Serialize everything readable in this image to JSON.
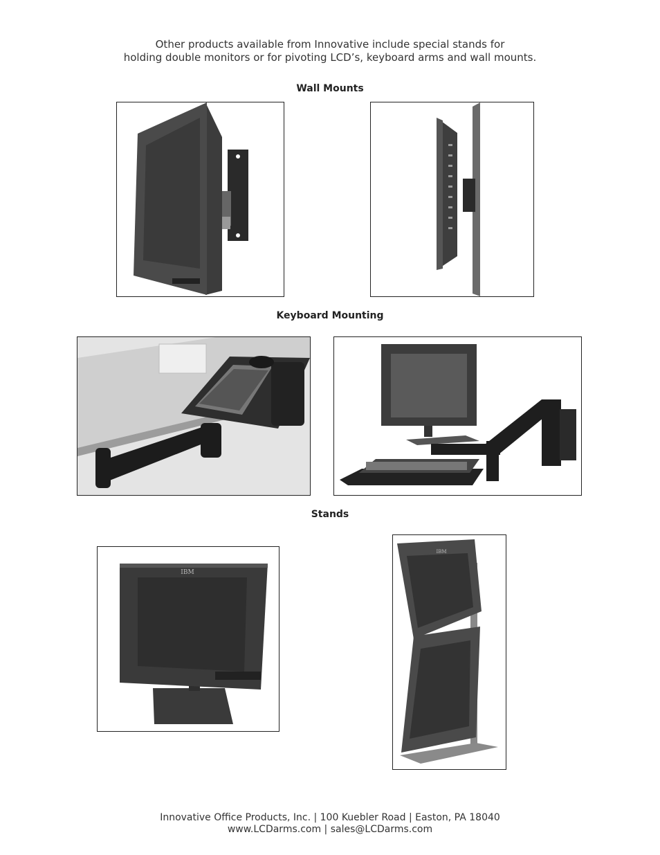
{
  "intro": {
    "line1": "Other products available from Innovative include special stands for",
    "line2": "holding double monitors or for pivoting LCD’s, keyboard arms and wall mounts."
  },
  "sections": {
    "wall_mounts": {
      "title": "Wall Mounts"
    },
    "keyboard_mounting": {
      "title": "Keyboard Mounting"
    },
    "stands": {
      "title": "Stands"
    }
  },
  "images": {
    "stand_single_logo": "IBM",
    "stand_dual_logo": "IBM"
  },
  "footer": {
    "line1": "Innovative Office Products, Inc. | 100 Kuebler Road | Easton, PA 18040",
    "line2": "www.LCDarms.com | sales@LCDarms.com"
  }
}
